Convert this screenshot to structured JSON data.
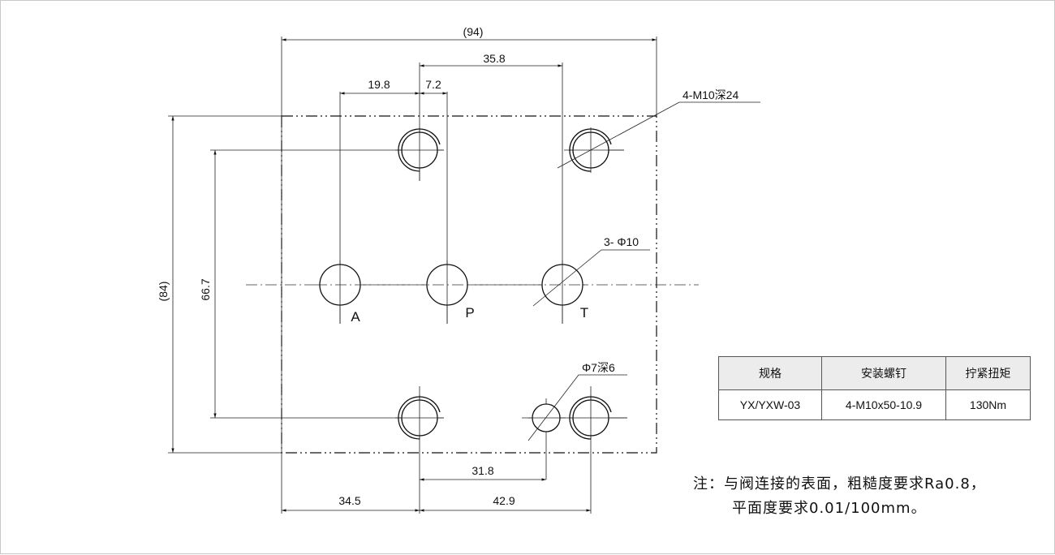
{
  "dimensions": {
    "overall_width": "(94)",
    "overall_height": "(84)",
    "port_offset_a": "19.8",
    "port_offset_b": "7.2",
    "port_spacing_pt": "35.8",
    "bolt_vertical": "66.7",
    "bottom_left": "34.5",
    "bottom_right": "42.9",
    "pin_offset": "31.8"
  },
  "callouts": {
    "bolt_holes": "4-M10深24",
    "port_holes": "3- Φ10",
    "pin_hole": "Φ7深6"
  },
  "ports": [
    "A",
    "P",
    "T"
  ],
  "spec_table": {
    "headers": [
      "规格",
      "安装螺钉",
      "拧紧扭矩"
    ],
    "row": [
      "YX/YXW-03",
      "4-M10x50-10.9",
      "130Nm"
    ]
  },
  "note": {
    "line1": "注：与阀连接的表面，粗糙度要求Ra0.8，",
    "line2": "平面度要求0.01/100mm。"
  }
}
